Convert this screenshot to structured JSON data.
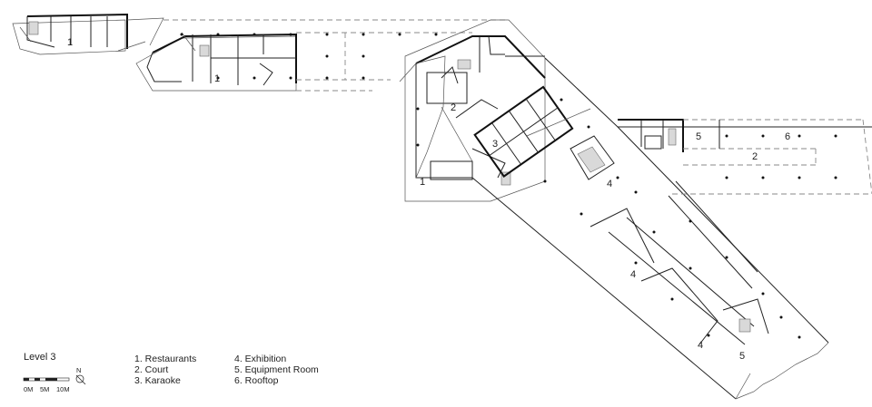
{
  "level_title": "Level 3",
  "legend": [
    {
      "label": "1.  Restaurants"
    },
    {
      "label": "2.  Court"
    },
    {
      "label": "3.  Karaoke"
    },
    {
      "label": "4.  Exhibition"
    },
    {
      "label": "5.  Equipment Room"
    },
    {
      "label": "6.  Rooftop"
    }
  ],
  "scale": {
    "labels": [
      "0M",
      "5M",
      "10M"
    ],
    "north": "N"
  },
  "room_numbers": [
    "1",
    "1",
    "2",
    "3",
    "1",
    "4",
    "4",
    "4",
    "5",
    "5",
    "6",
    "2"
  ]
}
